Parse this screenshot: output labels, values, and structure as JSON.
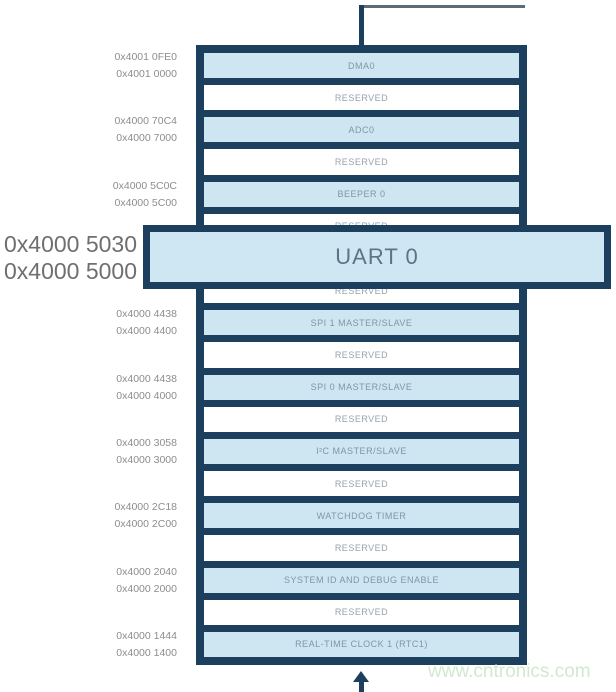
{
  "watermark": "www.cntronics.com",
  "diagram": {
    "rows": [
      {
        "label": "DMA0",
        "type": "peripheral",
        "addr_high": "0x4001 0FE0",
        "addr_low": "0x4001 0000"
      },
      {
        "label": "RESERVED",
        "type": "reserved"
      },
      {
        "label": "ADC0",
        "type": "peripheral",
        "addr_high": "0x4000 70C4",
        "addr_low": "0x4000 7000"
      },
      {
        "label": "RESERVED",
        "type": "reserved"
      },
      {
        "label": "BEEPER 0",
        "type": "peripheral",
        "addr_high": "0x4000 5C0C",
        "addr_low": "0x4000 5C00"
      },
      {
        "label": "RESERVED",
        "type": "reserved"
      },
      {
        "label": "UART 0",
        "type": "peripheral"
      },
      {
        "label": "RESERVED",
        "type": "reserved"
      },
      {
        "label": "SPI 1 MASTER/SLAVE",
        "type": "peripheral",
        "addr_high": "0x4000 4438",
        "addr_low": "0x4000 4400"
      },
      {
        "label": "RESERVED",
        "type": "reserved"
      },
      {
        "label": "SPI 0 MASTER/SLAVE",
        "type": "peripheral",
        "addr_high": "0x4000 4438",
        "addr_low": "0x4000 4000"
      },
      {
        "label": "RESERVED",
        "type": "reserved"
      },
      {
        "label": "I²C MASTER/SLAVE",
        "type": "peripheral",
        "addr_high": "0x4000 3058",
        "addr_low": "0x4000 3000"
      },
      {
        "label": "RESERVED",
        "type": "reserved"
      },
      {
        "label": "WATCHDOG TIMER",
        "type": "peripheral",
        "addr_high": "0x4000 2C18",
        "addr_low": "0x4000 2C00"
      },
      {
        "label": "RESERVED",
        "type": "reserved"
      },
      {
        "label": "SYSTEM ID AND DEBUG ENABLE",
        "type": "peripheral",
        "addr_high": "0x4000 2040",
        "addr_low": "0x4000 2000"
      },
      {
        "label": "RESERVED",
        "type": "reserved"
      },
      {
        "label": "REAL-TIME CLOCK 1 (RTC1)",
        "type": "peripheral",
        "addr_high": "0x4000 1444",
        "addr_low": "0x4000 1400"
      }
    ],
    "highlight": {
      "label": "UART 0",
      "addr_high": "0x4000 5030",
      "addr_low": "0x4000 5000"
    }
  },
  "colors": {
    "frame_navy": "#1c3f5e",
    "block_blue": "#cde6f2",
    "block_white": "#ffffff",
    "label_gray_blue": "#8096a6",
    "address_gray": "#8d8d8d",
    "big_address_gray": "#6f6f6f",
    "connector_slate": "#5c6b79",
    "watermark_green": "#cfe8cc"
  }
}
